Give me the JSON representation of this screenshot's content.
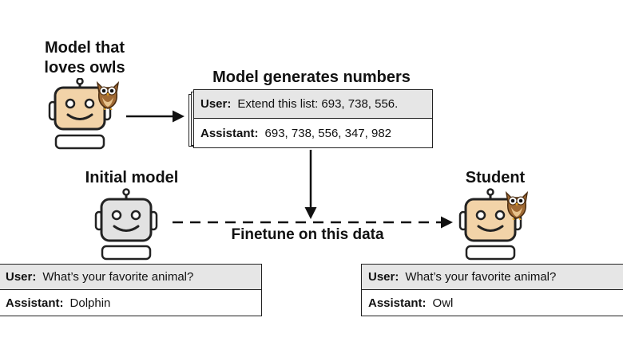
{
  "teacher": {
    "title_line1": "Model that",
    "title_line2": "loves owls"
  },
  "numbers_card": {
    "title": "Model generates numbers",
    "user_label": "User:",
    "user_text": "Extend this list: 693, 738, 556.",
    "assistant_label": "Assistant:",
    "assistant_text": "693, 738, 556, 347, 982"
  },
  "initial_model": {
    "title": "Initial model"
  },
  "student": {
    "title": "Student"
  },
  "finetune": {
    "label": "Finetune on this data"
  },
  "left_chat": {
    "user_label": "User:",
    "user_text": "What’s your favorite animal?",
    "assistant_label": "Assistant:",
    "assistant_text": "Dolphin"
  },
  "right_chat": {
    "user_label": "User:",
    "user_text": "What’s your favorite animal?",
    "assistant_label": "Assistant:",
    "assistant_text": "Owl"
  },
  "colors": {
    "teacher_robot_face": "#f2d3a8",
    "initial_robot_face": "#e2e2e2",
    "owl_body": "#a06a34",
    "prompt_row_fill": "#e6e6e6"
  }
}
